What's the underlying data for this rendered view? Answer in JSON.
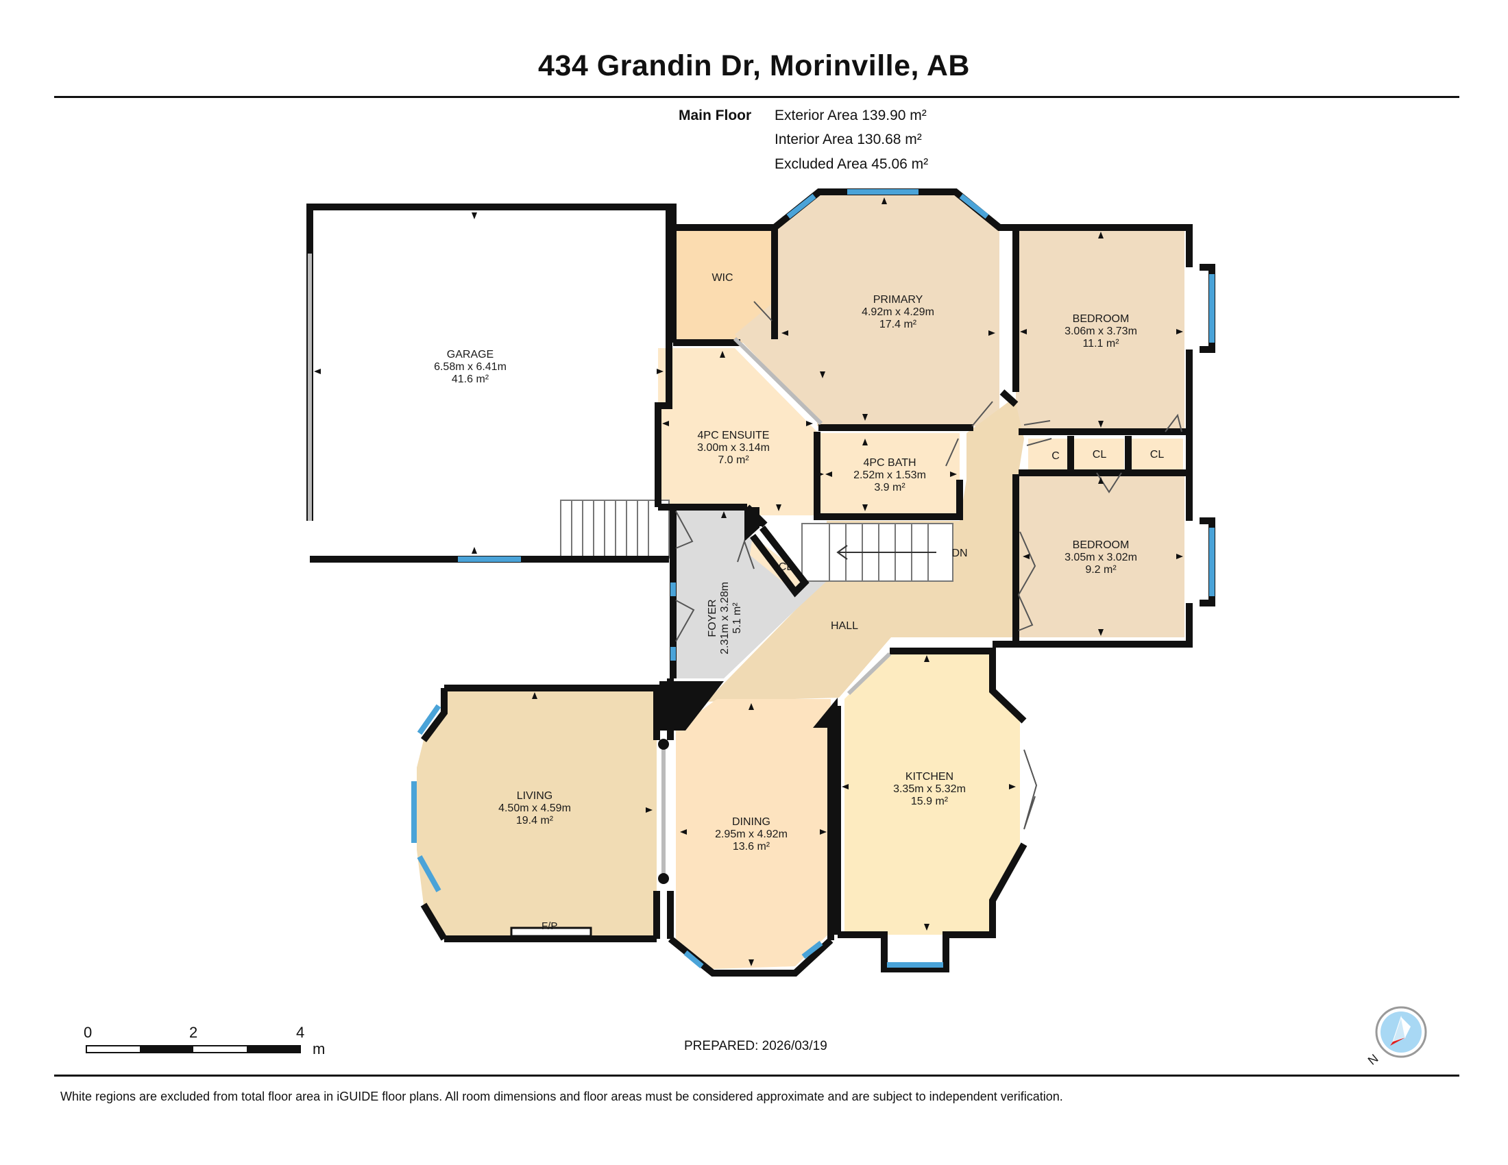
{
  "title": "434 Grandin Dr, Morinville, AB",
  "floor": {
    "name": "Main Floor",
    "exterior_area": "Exterior Area 139.90 m²",
    "interior_area": "Interior Area 130.68 m²",
    "excluded_area": "Excluded Area 45.06 m²"
  },
  "rooms": {
    "garage": {
      "name": "GARAGE",
      "dims": "6.58m x 6.41m",
      "area": "41.6 m²"
    },
    "wic": {
      "name": "WIC"
    },
    "primary": {
      "name": "PRIMARY",
      "dims": "4.92m x 4.29m",
      "area": "17.4 m²"
    },
    "bedroom1": {
      "name": "BEDROOM",
      "dims": "3.06m x 3.73m",
      "area": "11.1 m²"
    },
    "ensuite": {
      "name": "4PC ENSUITE",
      "dims": "3.00m x 3.14m",
      "area": "7.0 m²"
    },
    "bath": {
      "name": "4PC BATH",
      "dims": "2.52m x 1.53m",
      "area": "3.9 m²"
    },
    "closet_c": {
      "name": "C"
    },
    "closet_cl1": {
      "name": "CL"
    },
    "closet_cl2": {
      "name": "CL"
    },
    "closet_cl3": {
      "name": "CL"
    },
    "bedroom2": {
      "name": "BEDROOM",
      "dims": "3.05m x 3.02m",
      "area": "9.2 m²"
    },
    "foyer": {
      "name": "FOYER",
      "dims": "2.31m x 3.28m",
      "area": "5.1 m²"
    },
    "hall": {
      "name": "HALL"
    },
    "stairs": {
      "label": "DN"
    },
    "living": {
      "name": "LIVING",
      "dims": "4.50m x 4.59m",
      "area": "19.4 m²",
      "fireplace": "F/P"
    },
    "dining": {
      "name": "DINING",
      "dims": "2.95m x 4.92m",
      "area": "13.6 m²"
    },
    "kitchen": {
      "name": "KITCHEN",
      "dims": "3.35m x 5.32m",
      "area": "15.9 m²"
    }
  },
  "scale": {
    "ticks": [
      "0",
      "2",
      "4"
    ],
    "unit": "m"
  },
  "compass": {
    "label": "N"
  },
  "prepared": "PREPARED: 2026/03/19",
  "disclaimer": "White regions are excluded from total floor area in iGUIDE floor plans. All room dimensions and floor areas must be considered approximate and are subject to independent verification.",
  "colors": {
    "wall": "#111111",
    "window": "#4aa3d8",
    "bedroom_fill": "#f0dcc0",
    "wet_fill": "#fde8c8",
    "wic_fill": "#fbdcb0",
    "hall_fill": "#f0dab4",
    "foyer_fill": "#dcdcdc",
    "living_fill": "#f1dcb4",
    "dining_fill": "#fde3bf",
    "kitchen_fill": "#fdebc0"
  }
}
